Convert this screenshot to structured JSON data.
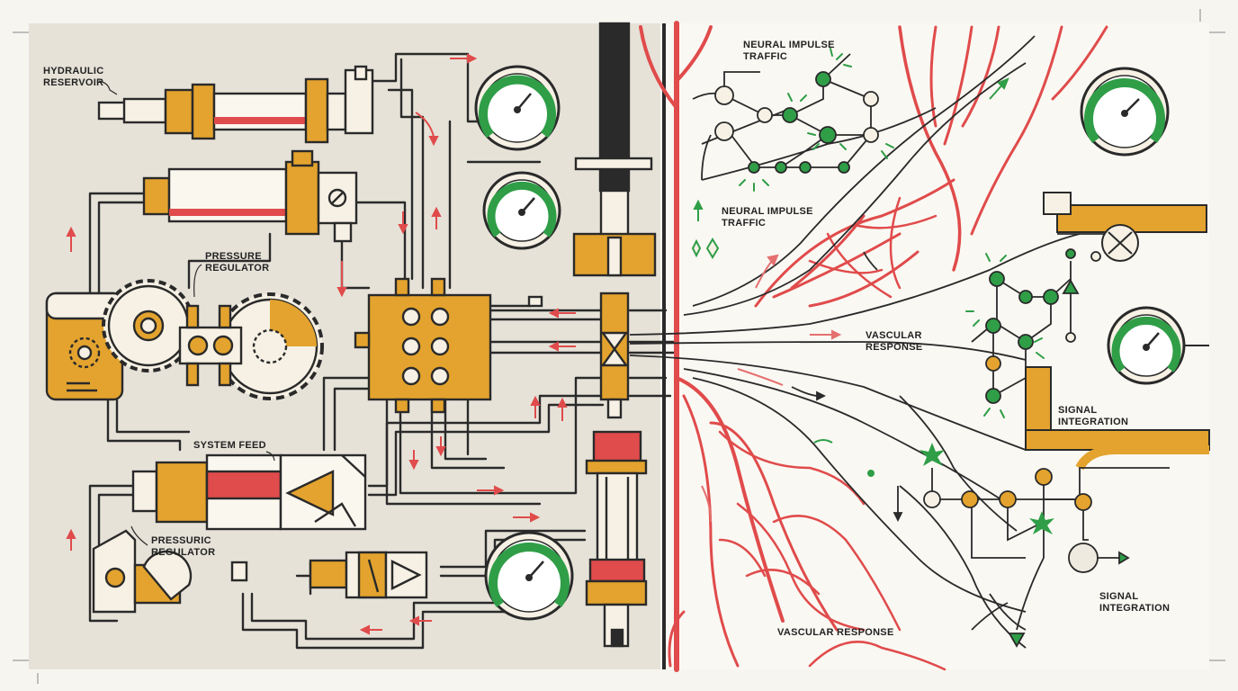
{
  "labels": {
    "hydraulic_reservoir": [
      "HYDRAULIC",
      "RESERVOIR"
    ],
    "pressure_regulator_top": [
      "PRESSURE",
      "REGULATOR"
    ],
    "system_feed": "SYSTEM FEED",
    "pressure_regulator_bottom": [
      "PRESSURIC",
      "REGULATOR"
    ],
    "neural_impulse_top": [
      "NEURAL IMPULSE",
      "TRAFFIC"
    ],
    "neural_impulse_mid": [
      "NEURAL IMPULSE",
      "TRAFFIC"
    ],
    "vascular_response_mid": [
      "VASCULAR",
      "RESPONSE"
    ],
    "vascular_response_bottom": "VASCULAR RESPONSE",
    "signal_integration_mid": [
      "SIGNAL",
      "INTEGRATION"
    ],
    "signal_integration_bottom": [
      "SIGNAL",
      "INTEGRATION"
    ]
  },
  "gauges": [
    {
      "name": "gauge-1",
      "level": 0.7
    },
    {
      "name": "gauge-2",
      "level": 0.6
    },
    {
      "name": "gauge-3",
      "level": 0.7
    },
    {
      "name": "gauge-4",
      "level": 0.75
    },
    {
      "name": "gauge-5",
      "level": 0.65
    }
  ],
  "colors": {
    "paper_left": "#e6e2d8",
    "paper_right": "#f7f5f0",
    "ochre": "#e3a32e",
    "red": "#e04b4b",
    "green": "#2f9e47",
    "ink": "#2a2a2a",
    "cream": "#f6f1e4"
  }
}
